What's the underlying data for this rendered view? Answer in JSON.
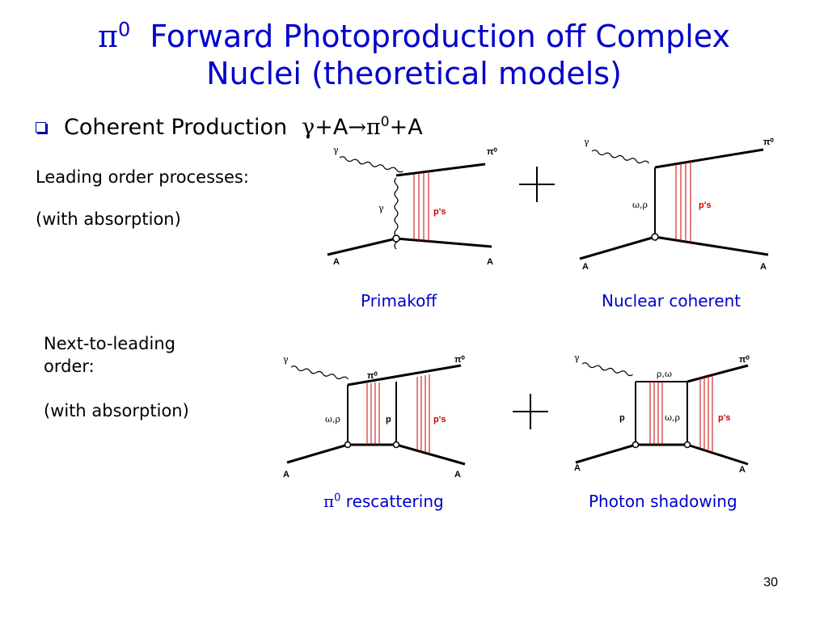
{
  "title": {
    "pi": "π",
    "sup": "0",
    "line1_rest": "Forward Photoproduction off Complex",
    "line2": "Nuclei (theoretical models)"
  },
  "bullet": {
    "text": "Coherent Production",
    "reaction": {
      "gamma": "γ",
      "plus1": "+",
      "A1": "A",
      "arrow": "→",
      "pi": "π",
      "sup": "0",
      "plus2": "+",
      "A2": "A"
    }
  },
  "left_text": {
    "leading": "Leading order processes:",
    "leading_abs": "(with absorption)",
    "nlo_line1": "Next-to-leading",
    "nlo_line2": "order:",
    "nlo_abs": "(with absorption)"
  },
  "captions": {
    "primakoff": "Primakoff",
    "nuclear_coherent": "Nuclear coherent",
    "rescatter_pi": "π",
    "rescatter_sup": "0",
    "rescatter_rest": " rescattering",
    "photon_shadowing": "Photon shadowing"
  },
  "diagram_labels": {
    "gamma": "γ",
    "pi0": "π⁰",
    "ps": "p's",
    "A": "A",
    "omega_rho": "ω,ρ",
    "rho_omega": "ρ,ω",
    "p": "p"
  },
  "page_number": "30"
}
